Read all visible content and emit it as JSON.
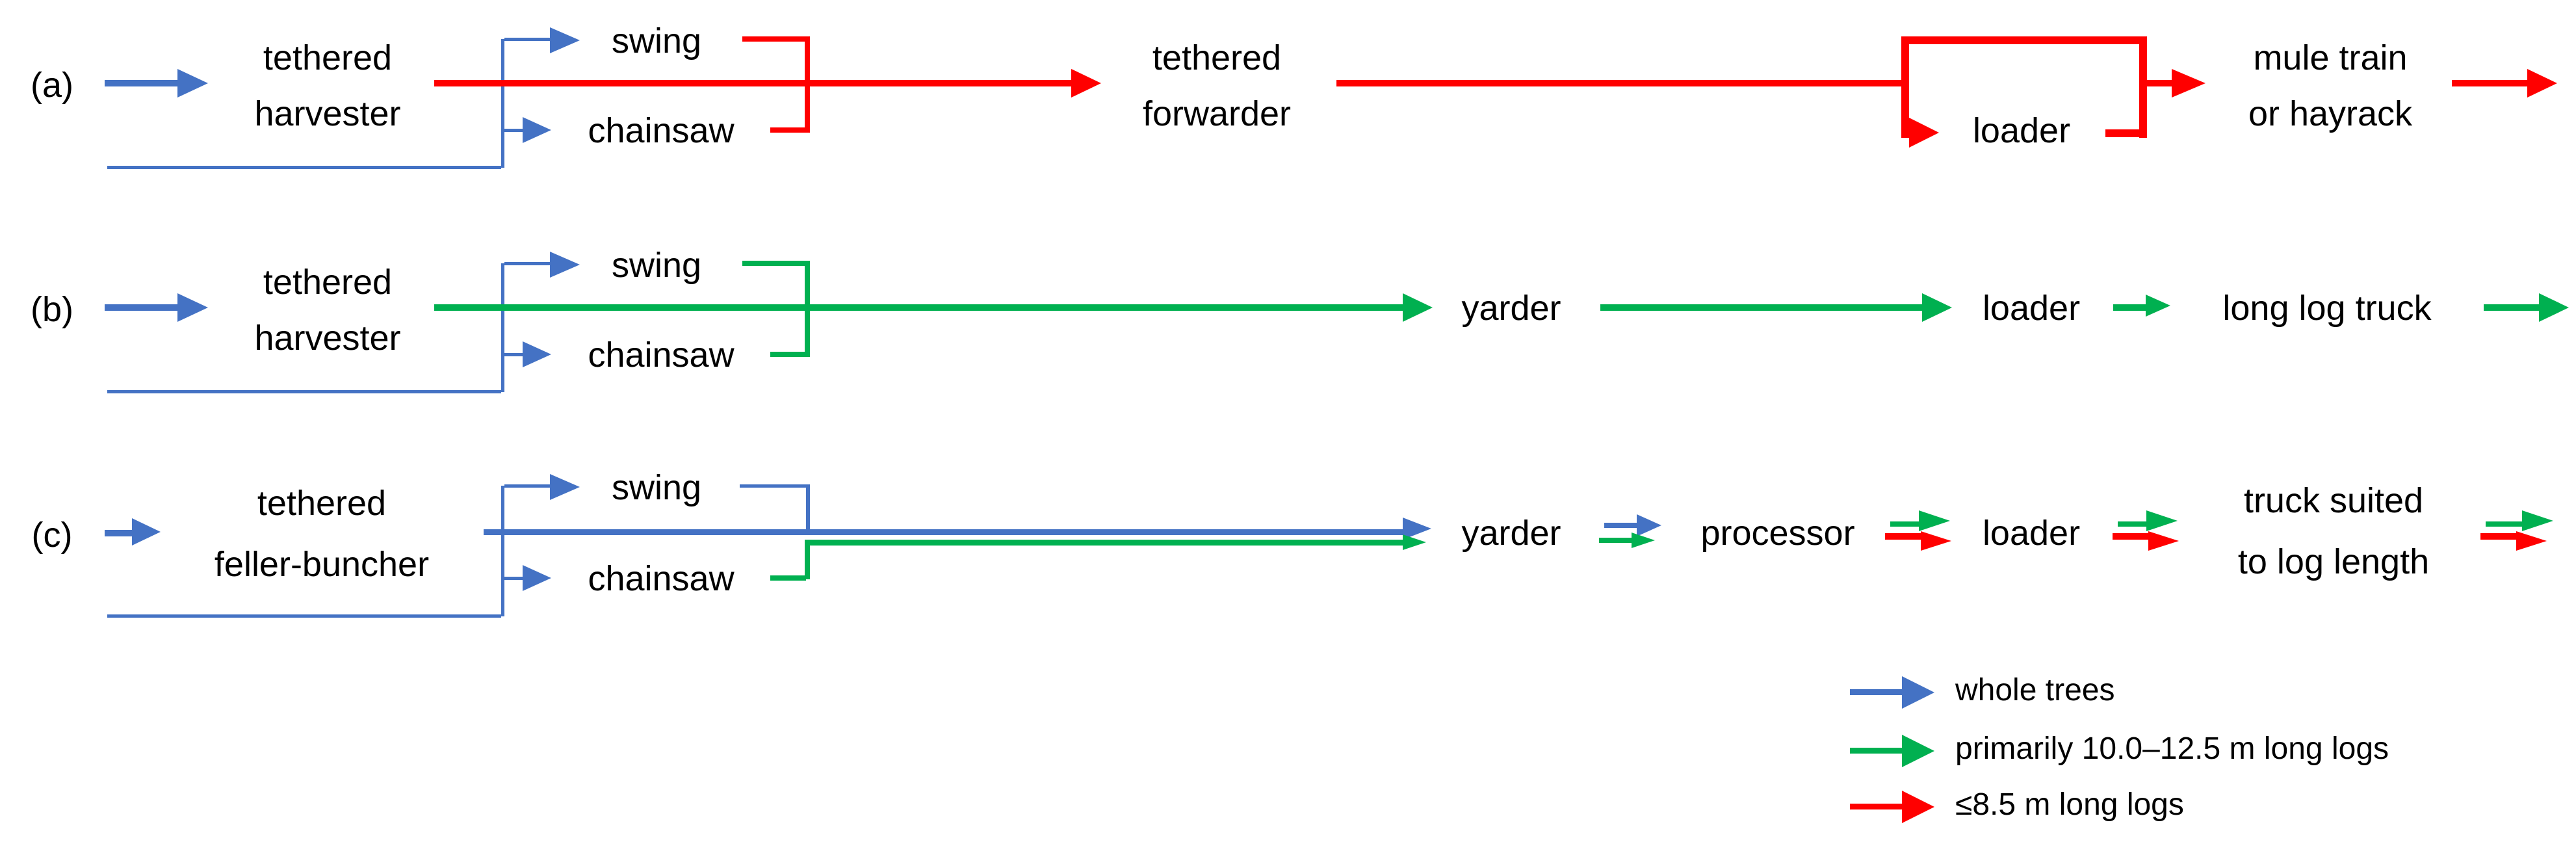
{
  "colors": {
    "blue": "#4472C4",
    "green": "#00B050",
    "red": "#FF0000",
    "text": "#000000",
    "background": "#FFFFFF"
  },
  "rows": [
    {
      "label": "(a)",
      "machine1": "tethered",
      "machine2": "harvester",
      "swing": "swing",
      "chainsaw": "chainsaw",
      "forwarder1": "tethered",
      "forwarder2": "forwarder",
      "loader": "loader",
      "dest1": "mule train",
      "dest2": "or hayrack"
    },
    {
      "label": "(b)",
      "machine1": "tethered",
      "machine2": "harvester",
      "swing": "swing",
      "chainsaw": "chainsaw",
      "yarder": "yarder",
      "loader": "loader",
      "truck": "long log truck"
    },
    {
      "label": "(c)",
      "machine1": "tethered",
      "machine2": "feller-buncher",
      "swing": "swing",
      "chainsaw": "chainsaw",
      "yarder": "yarder",
      "processor": "processor",
      "loader": "loader",
      "truck1": "truck suited",
      "truck2": "to log length"
    }
  ],
  "legend": {
    "items": [
      {
        "label": "whole trees",
        "color": "#4472C4"
      },
      {
        "label": "primarily 10.0–12.5 m long logs",
        "color": "#00B050"
      },
      {
        "label": "≤8.5 m long logs",
        "color": "#FF0000"
      }
    ]
  }
}
